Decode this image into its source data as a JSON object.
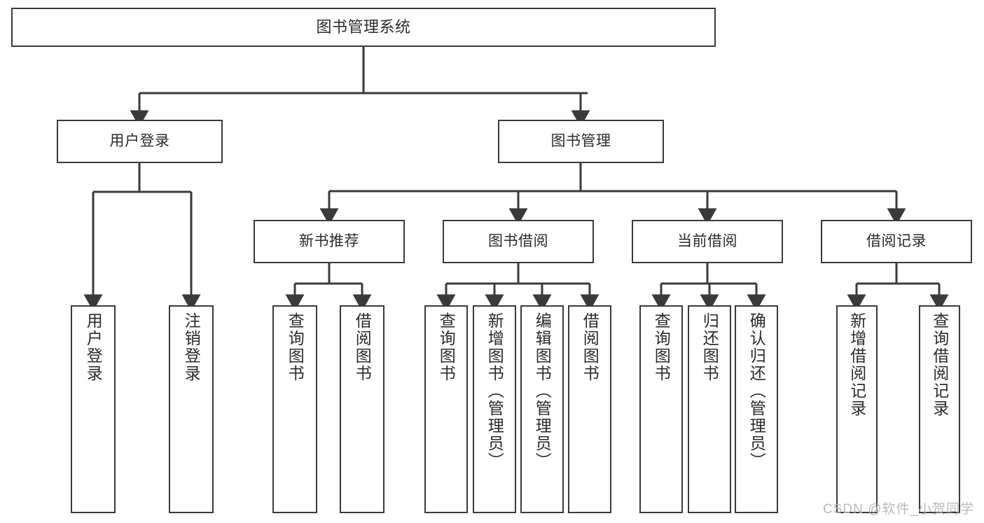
{
  "diagram": {
    "type": "tree-hierarchy-chart",
    "title": "图书管理系统",
    "watermark": "CSDN @软件_小贺同学",
    "stroke_color": "#3a3a3a",
    "text_color": "#2b2b2b",
    "background": "#ffffff",
    "nodes": {
      "root": {
        "label": "图书管理系统",
        "level": 1
      },
      "level2": [
        {
          "id": "user-login",
          "label": "用户登录"
        },
        {
          "id": "book-manage",
          "label": "图书管理"
        }
      ],
      "level3": [
        {
          "id": "new-book-recommend",
          "label": "新书推荐"
        },
        {
          "id": "book-borrow",
          "label": "图书借阅"
        },
        {
          "id": "current-borrow",
          "label": "当前借阅"
        },
        {
          "id": "borrow-record",
          "label": "借阅记录"
        }
      ],
      "leaves": [
        {
          "id": "leaf-user-login",
          "label": "用户登录",
          "parent": "user-login"
        },
        {
          "id": "leaf-logout-login",
          "label": "注销登录",
          "parent": "user-login"
        },
        {
          "id": "leaf-query-book-1",
          "label": "查询图书",
          "parent": "new-book-recommend"
        },
        {
          "id": "leaf-borrow-book-1",
          "label": "借阅图书",
          "parent": "new-book-recommend"
        },
        {
          "id": "leaf-query-book-2",
          "label": "查询图书",
          "parent": "book-borrow"
        },
        {
          "id": "leaf-add-book",
          "label": "新增图书（管理员）",
          "parent": "book-borrow"
        },
        {
          "id": "leaf-edit-book",
          "label": "编辑图书（管理员）",
          "parent": "book-borrow"
        },
        {
          "id": "leaf-borrow-book-2",
          "label": "借阅图书",
          "parent": "book-borrow"
        },
        {
          "id": "leaf-query-book-3",
          "label": "查询图书",
          "parent": "current-borrow"
        },
        {
          "id": "leaf-return-book",
          "label": "归还图书",
          "parent": "current-borrow"
        },
        {
          "id": "leaf-confirm-return",
          "label": "确认归还（管理员）",
          "parent": "current-borrow"
        },
        {
          "id": "leaf-add-record",
          "label": "新增借阅记录",
          "parent": "borrow-record"
        },
        {
          "id": "leaf-query-record",
          "label": "查询借阅记录",
          "parent": "borrow-record"
        }
      ]
    }
  }
}
